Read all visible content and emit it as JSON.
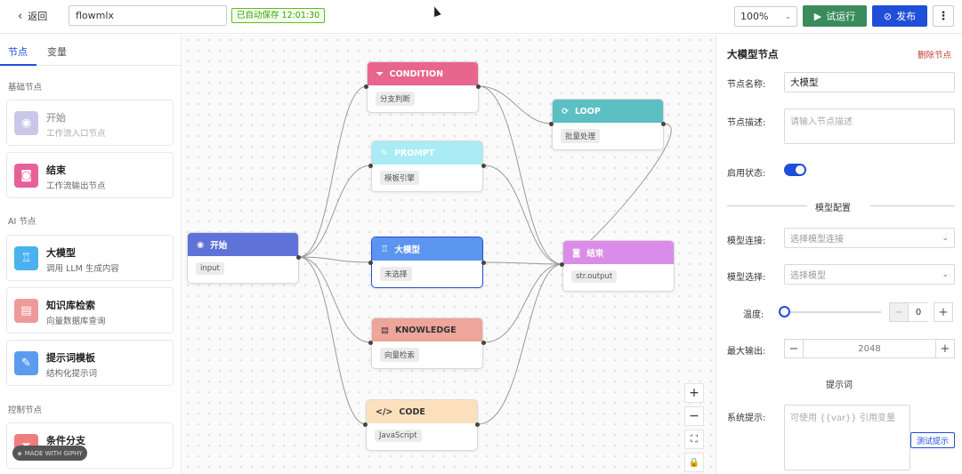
{
  "topbar": {
    "back_label": "返回",
    "flow_name": "flowmlx",
    "autosave": "已自动保存 12:01:30",
    "zoom": "100%",
    "run_label": "试运行",
    "publish_label": "发布",
    "more_icon": "⋮"
  },
  "left": {
    "tabs": [
      "节点",
      "变量"
    ],
    "section_basic": "基础节点",
    "section_ai": "AI 节点",
    "section_control": "控制节点",
    "nodes": [
      {
        "title": "开始",
        "desc": "工作流入口节点",
        "color": "#a29bd8",
        "icon": "play-circle-icon"
      },
      {
        "title": "结束",
        "desc": "工作流输出节点",
        "color": "#e8609a",
        "icon": "stop-circle-icon"
      },
      {
        "title": "大模型",
        "desc": "调用 LLM 生成内容",
        "color": "#4ab2ee",
        "icon": "robot-icon"
      },
      {
        "title": "知识库检索",
        "desc": "向量数据库查询",
        "color": "#ef9a9a",
        "icon": "book-icon"
      },
      {
        "title": "提示词模板",
        "desc": "结构化提示词",
        "color": "#5b9cf0",
        "icon": "pencil-icon"
      },
      {
        "title": "条件分支",
        "desc": "执行",
        "color": "#ef7d7d",
        "icon": "funnel-icon"
      }
    ],
    "watermark": "MADE WITH GIPHY"
  },
  "canvas": {
    "nodes": {
      "condition": {
        "title": "CONDITION",
        "chip": "分支判断",
        "color": "#e8668e"
      },
      "loop": {
        "title": "LOOP",
        "chip": "批量处理",
        "color": "#5bbfc4"
      },
      "prompt": {
        "title": "PROMPT",
        "chip": "模板引擎",
        "color": "#a9ecf6"
      },
      "start": {
        "title": "开始",
        "chip": "input",
        "color": "#5f72d8"
      },
      "llm": {
        "title": "大模型",
        "chip": "未选择",
        "color": "#5b95f0"
      },
      "end": {
        "title": "结束",
        "chip": "str.output",
        "color": "#d98ce8"
      },
      "knowledge": {
        "title": "KNOWLEDGE",
        "chip": "向量检索",
        "color": "#eea59a"
      },
      "code": {
        "title": "CODE",
        "chip": "JavaScript",
        "color": "#fce0bd"
      }
    },
    "controls": [
      "+",
      "−",
      "⛶",
      "🔒"
    ]
  },
  "right": {
    "title": "大模型节点",
    "delete_label": "删除节点",
    "name_label": "节点名称:",
    "name_value": "大模型",
    "desc_label": "节点描述:",
    "desc_placeholder": "请输入节点描述",
    "enabled_label": "启用状态:",
    "enabled": true,
    "model_section": "模型配置",
    "conn_label": "模型连接:",
    "conn_placeholder": "选择模型连接",
    "model_label": "模型选择:",
    "model_placeholder": "选择模型",
    "temp_label": "温度:",
    "temp_value": "0",
    "max_label": "最大输出:",
    "max_value": "2048",
    "prompt_section": "提示词",
    "sys_label": "系统提示:",
    "sys_placeholder": "可使用 {{var}} 引用变量",
    "test_label": "测试提示"
  }
}
